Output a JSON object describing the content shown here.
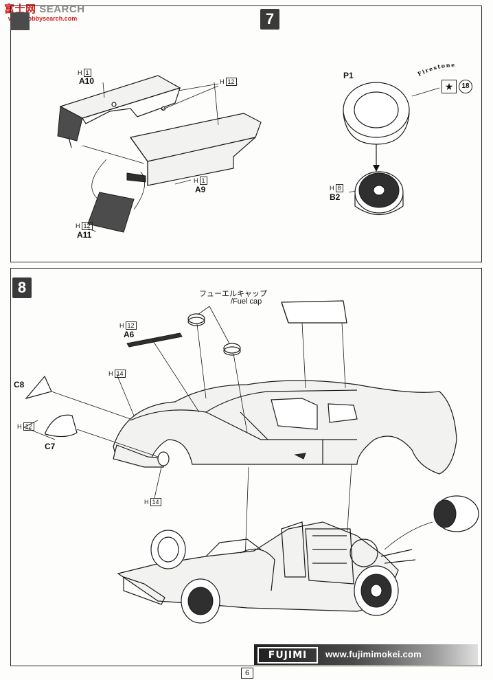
{
  "watermark": {
    "cn": "富士网",
    "en": "SEARCH",
    "url": "www.hobbysearch.com"
  },
  "step7": {
    "number": "7",
    "labels": {
      "a10_color": "1",
      "a10": "A10",
      "inner_color": "12",
      "a9_color": "1",
      "a9": "A9",
      "a11_color": "12",
      "a11": "A11",
      "p1": "P1",
      "tire_brand": "Firestone",
      "decal_number": "18",
      "b2_color": "8",
      "b2": "B2"
    }
  },
  "step8": {
    "number": "8",
    "labels": {
      "fuel_cap_jp": "フューエルキャップ",
      "fuel_cap_en": "/Fuel cap",
      "a6_color": "12",
      "a6": "A6",
      "body_color": "14",
      "c8": "C8",
      "c7_color": "12",
      "c7": "C7",
      "lamp_color": "14"
    }
  },
  "footer": {
    "brand": "FUJIMI",
    "url": "www.fujimimokei.com",
    "page": "6"
  },
  "color_code_prefix": "H"
}
